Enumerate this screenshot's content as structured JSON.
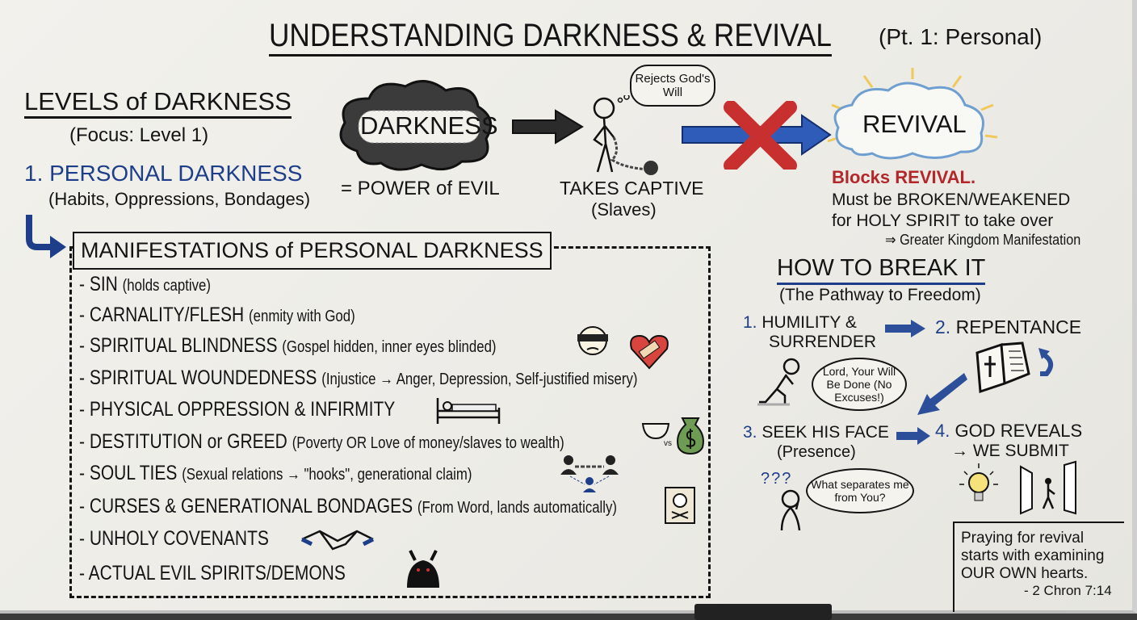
{
  "title": {
    "main": "UNDERSTANDING DARKNESS & REVIVAL",
    "sub": "(Pt. 1: Personal)"
  },
  "levels": {
    "heading": "LEVELS of DARKNESS",
    "focus": "(Focus: Level 1)",
    "level1": "1. PERSONAL DARKNESS",
    "level1_detail": "(Habits, Oppressions, Bondages)"
  },
  "flow": {
    "darkness_label": "DARKNESS",
    "darkness_caption": "= POWER of EVIL",
    "captive_thought": "Rejects God's Will",
    "captive_label": "TAKES CAPTIVE",
    "captive_sub": "(Slaves)",
    "revival_label": "REVIVAL",
    "blocks": "Blocks REVIVAL.",
    "must": "Must be BROKEN/WEAKENED",
    "for": "for HOLY SPIRIT to take over",
    "result": "⇒ Greater Kingdom Manifestation"
  },
  "manifestations": {
    "heading": "MANIFESTATIONS of PERSONAL DARKNESS",
    "items": [
      {
        "main": "- SIN",
        "note": "(holds captive)",
        "icon": ""
      },
      {
        "main": "- CARNALITY/FLESH",
        "note": "(enmity with God)",
        "icon": ""
      },
      {
        "main": "- SPIRITUAL BLINDNESS",
        "note": "(Gospel hidden, inner eyes blinded)",
        "icon": "blindfold-face-icon"
      },
      {
        "main": "- SPIRITUAL WOUNDEDNESS",
        "note": "(Injustice → Anger, Depression, Self-justified misery)",
        "icon": "bandaged-heart-icon"
      },
      {
        "main": "- PHYSICAL OPPRESSION & INFIRMITY",
        "note": "",
        "icon": "sickbed-icon"
      },
      {
        "main": "- DESTITUTION or GREED",
        "note": "(Poverty OR Love of money/slaves to wealth)",
        "icon": "empty-bowl-vs-money-bag-icon"
      },
      {
        "main": "- SOUL TIES",
        "note": "(Sexual relations → \"hooks\", generational claim)",
        "icon": "chained-people-icon"
      },
      {
        "main": "- CURSES & GENERATIONAL BONDAGES",
        "note": "(From Word, lands automatically)",
        "icon": "skull-scroll-icon"
      },
      {
        "main": "- UNHOLY COVENANTS",
        "note": "",
        "icon": "handshake-icon"
      },
      {
        "main": "- ACTUAL EVIL SPIRITS/DEMONS",
        "note": "",
        "icon": "demon-icon"
      }
    ],
    "vs": "vs"
  },
  "break": {
    "heading": "HOW TO BREAK IT",
    "sub": "(The Pathway to Freedom)",
    "steps": [
      {
        "num": "1.",
        "label": "HUMILITY &",
        "label2": "SURRENDER",
        "bubble": "Lord, Your Will Be Done (No Excuses!)"
      },
      {
        "num": "2.",
        "label": "REPENTANCE"
      },
      {
        "num": "3.",
        "label": "SEEK HIS FACE",
        "label2": "(Presence)",
        "bubble": "What separates me from You?",
        "marks": "???"
      },
      {
        "num": "4.",
        "label": "GOD REVEALS",
        "label2": "→ WE SUBMIT"
      }
    ]
  },
  "quote": {
    "line1": "Praying for revival",
    "line2": "starts with examining",
    "line3": "OUR OWN hearts.",
    "ref": "- 2 Chron 7:14"
  },
  "colors": {
    "ink": "#141414",
    "blue": "#1f3e8a",
    "red": "#b3262a",
    "board": "#f2f1ec"
  }
}
